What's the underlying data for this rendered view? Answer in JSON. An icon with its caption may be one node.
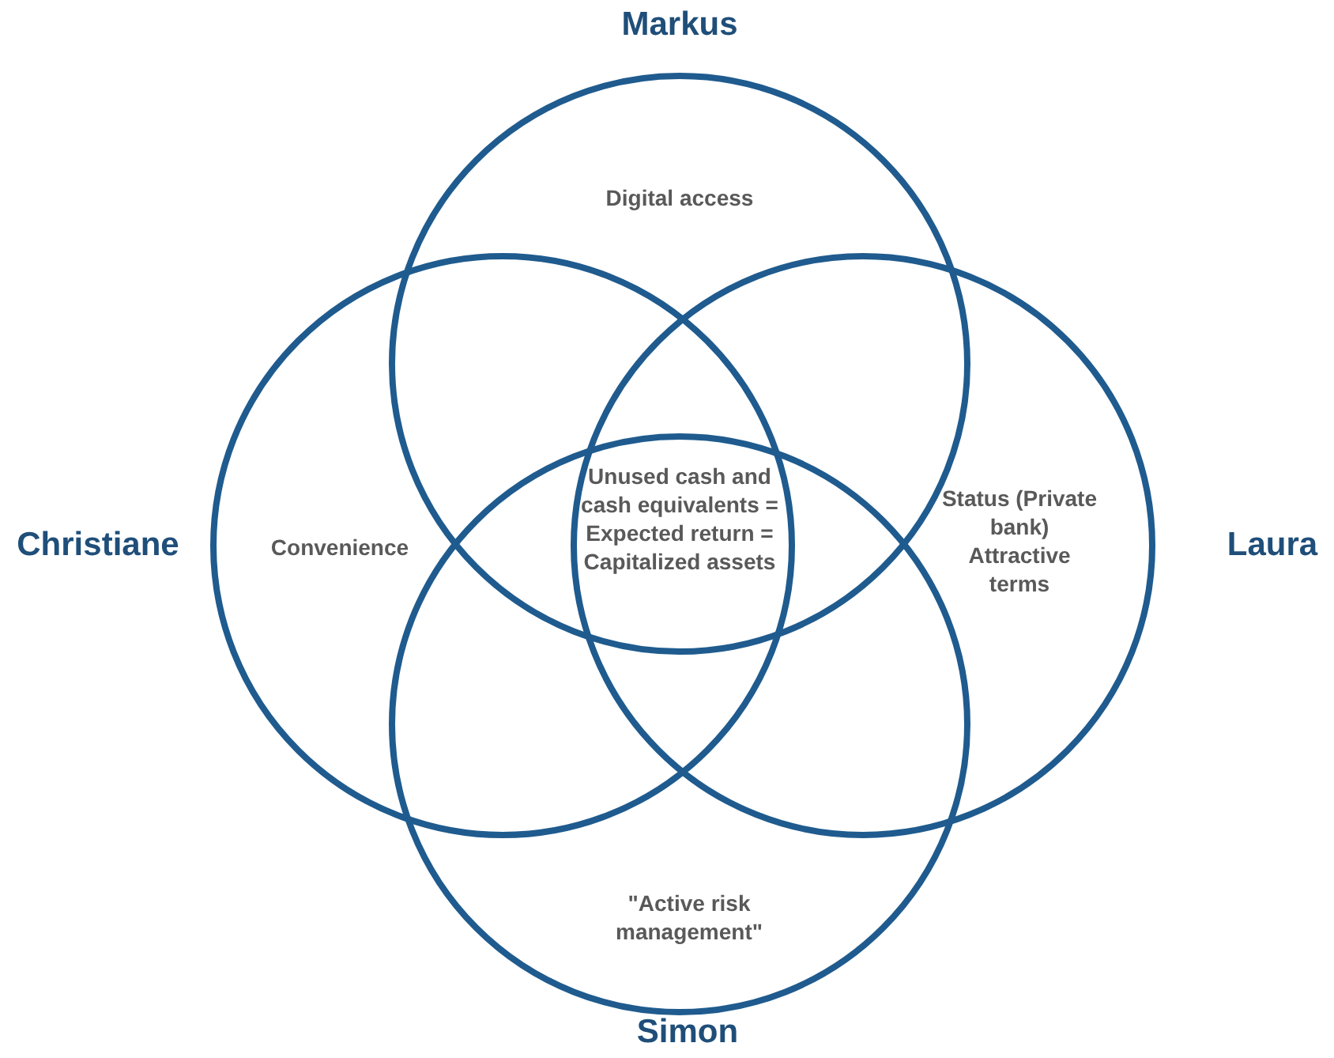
{
  "diagram": {
    "nodes": [
      {
        "text": [
          "Markus",
          "Digital access"
        ]
      },
      {
        "text": [
          "Christiane",
          "Convenience"
        ]
      },
      {
        "text": [
          "Status (Private bank) Attractive terms",
          "Laura"
        ]
      },
      {
        "text": [
          "\"Active risk management\"",
          "Simon"
        ]
      }
    ],
    "edges": [],
    "labels": [
      "Unused cash and cash equivalents = Expected return = Capitalized assets"
    ]
  }
}
